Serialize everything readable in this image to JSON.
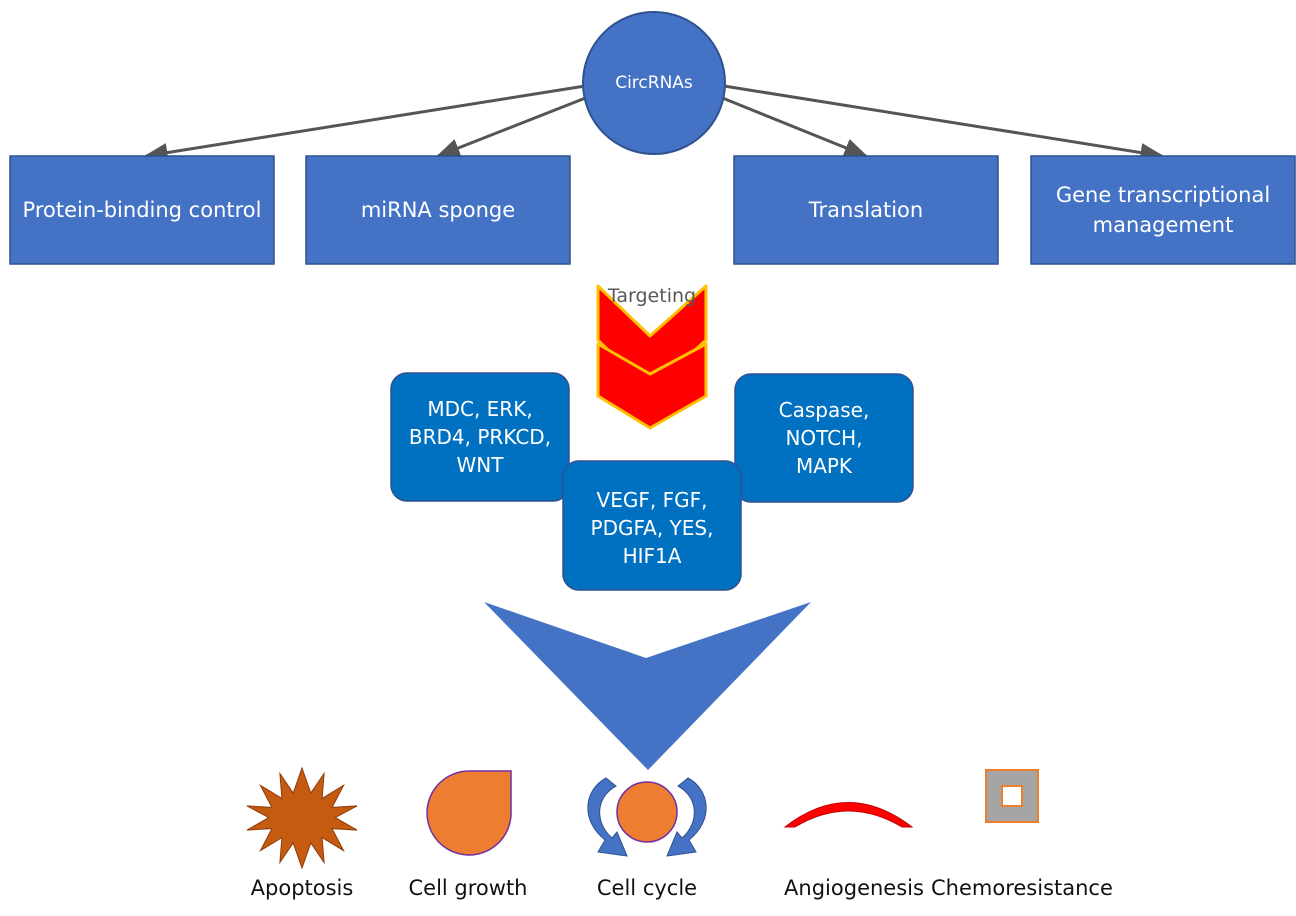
{
  "center": {
    "label": "CircRNAs"
  },
  "mechanisms": [
    {
      "label": "Protein-binding control"
    },
    {
      "label": "miRNA sponge"
    },
    {
      "label": "Translation"
    },
    {
      "label": "Gene transcriptional management"
    }
  ],
  "targeting": {
    "label": "Targeting"
  },
  "targets": [
    {
      "label": "MDC, ERK, BRD4, PRKCD, WNT"
    },
    {
      "label": "VEGF, FGF, PDGFA, YES, HIF1A"
    },
    {
      "label": "Caspase, NOTCH, MAPK"
    }
  ],
  "outcomes": [
    {
      "label": "Apoptosis",
      "icon": "burst-icon"
    },
    {
      "label": "Cell growth",
      "icon": "teardrop-icon"
    },
    {
      "label": "Cell cycle",
      "icon": "circular-arrows-icon"
    },
    {
      "label": "Angiogenesis",
      "icon": "arc-icon"
    },
    {
      "label": "Chemoresistance",
      "icon": "frame-icon"
    }
  ],
  "colors": {
    "blue": "#4472C4",
    "box_blue": "#0070C0",
    "chevron_red": "#FF0000",
    "chevron_outline": "#FFC000",
    "orange": "#ED7D31",
    "burst": "#C55A11",
    "arc_red": "#FF0000",
    "frame_gray": "#A5A5A5"
  }
}
